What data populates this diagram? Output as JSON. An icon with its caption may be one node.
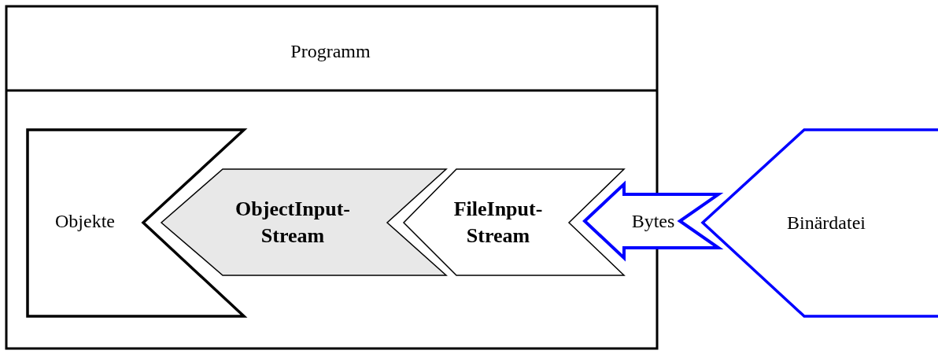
{
  "diagram": {
    "nodes": [
      {
        "text": [
          "Programm"
        ]
      },
      {
        "text": [
          "Objekte"
        ],
        "in": 0
      },
      {
        "text": [
          "ObjectInput- Stream"
        ],
        "in": 0
      },
      {
        "text": [
          "FileInput- Stream"
        ],
        "in": 0
      },
      {
        "text": [
          "Bytes"
        ]
      },
      {
        "text": [
          "Binärdatei"
        ]
      }
    ]
  }
}
